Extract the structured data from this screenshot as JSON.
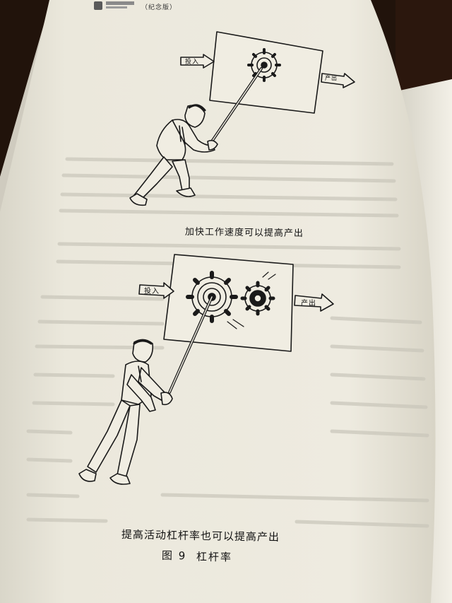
{
  "header": {
    "edition": "（纪念版）"
  },
  "figure_top": {
    "input_label": "投入",
    "output_label": "产出",
    "caption": "加快工作速度可以提高产出"
  },
  "figure_bottom": {
    "input_label": "投入",
    "output_label": "产出",
    "caption": "提高活动杠杆率也可以提高产出"
  },
  "figure": {
    "label": "图 9",
    "title": "杠杆率"
  },
  "colors": {
    "background": "#1f120c",
    "page": "#ece9dd",
    "right_page": "#f0ede4",
    "ink": "#1a1a1a"
  }
}
